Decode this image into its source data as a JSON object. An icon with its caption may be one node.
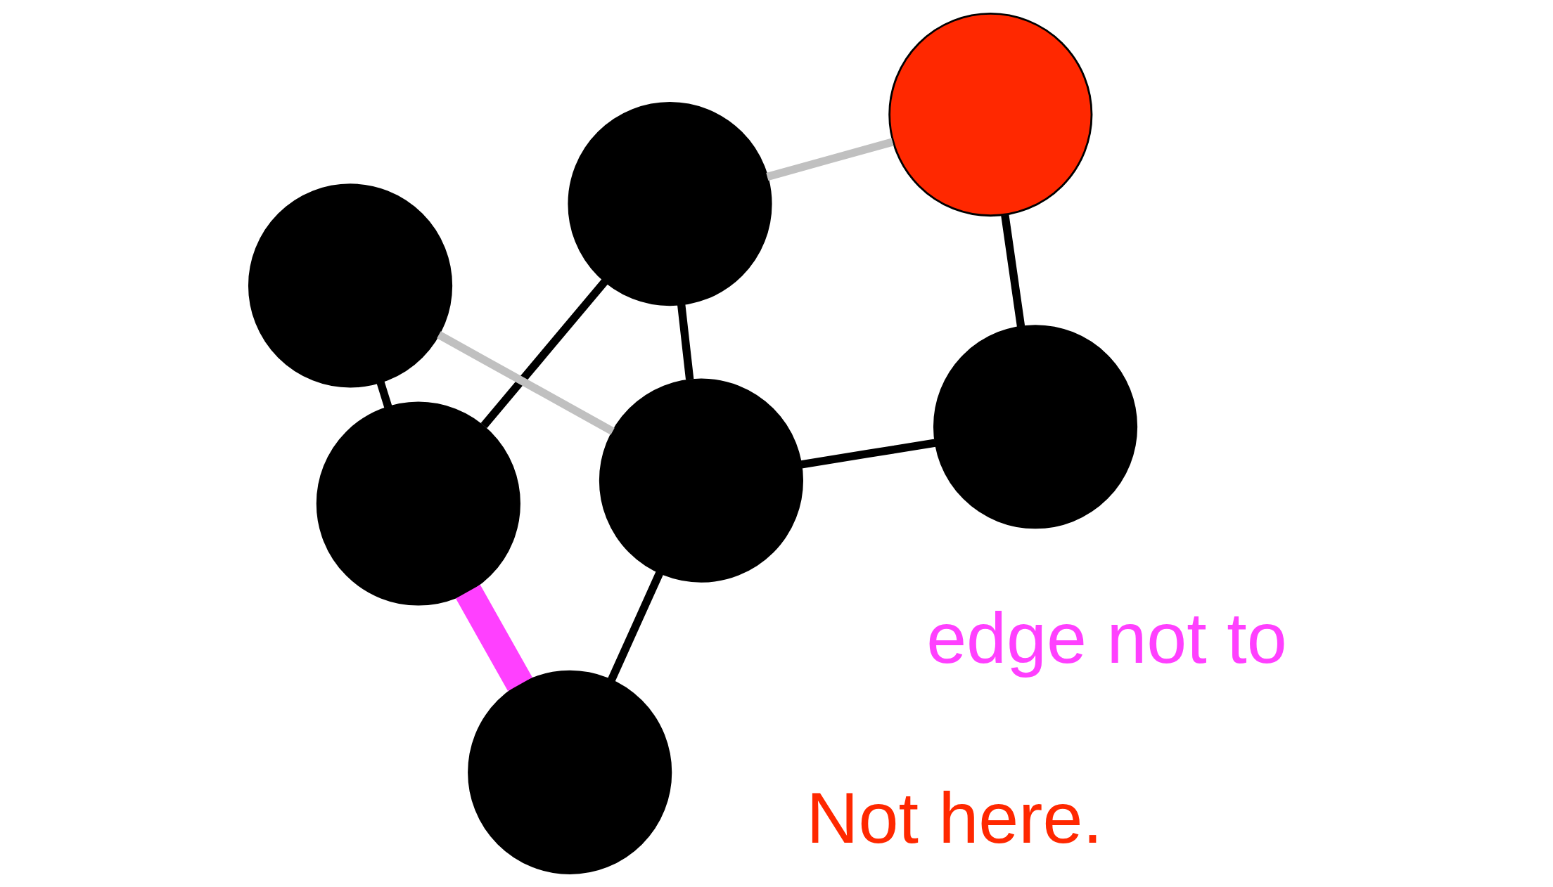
{
  "diagram": {
    "nodes": [
      {
        "text": [],
        "shape": "circle"
      },
      {
        "text": [],
        "shape": "circle"
      },
      {
        "text": [],
        "shape": "circle"
      },
      {
        "text": [],
        "shape": "circle"
      },
      {
        "text": [],
        "shape": "circle"
      },
      {
        "text": [],
        "shape": "circle"
      },
      {
        "text": [],
        "shape": "circle"
      }
    ],
    "edges": [
      {
        "from": 0,
        "to": 1,
        "arrow": "none"
      },
      {
        "from": 0,
        "to": 3,
        "arrow": "none",
        "color": "#c0c0c0"
      },
      {
        "from": 1,
        "to": 4,
        "arrow": "none"
      },
      {
        "from": 2,
        "to": 3,
        "arrow": "none"
      },
      {
        "from": 2,
        "to": 5,
        "arrow": "none"
      },
      {
        "from": 2,
        "to": 6,
        "arrow": "none",
        "style": "thick",
        "color": "#ff40ff"
      },
      {
        "from": 3,
        "to": 4,
        "arrow": "none"
      },
      {
        "from": 4,
        "to": 5,
        "arrow": "none",
        "color": "#c0c0c0"
      },
      {
        "from": 4,
        "to": 6,
        "arrow": "none"
      }
    ],
    "labels": [
      "Not here.",
      "edge not to"
    ]
  }
}
